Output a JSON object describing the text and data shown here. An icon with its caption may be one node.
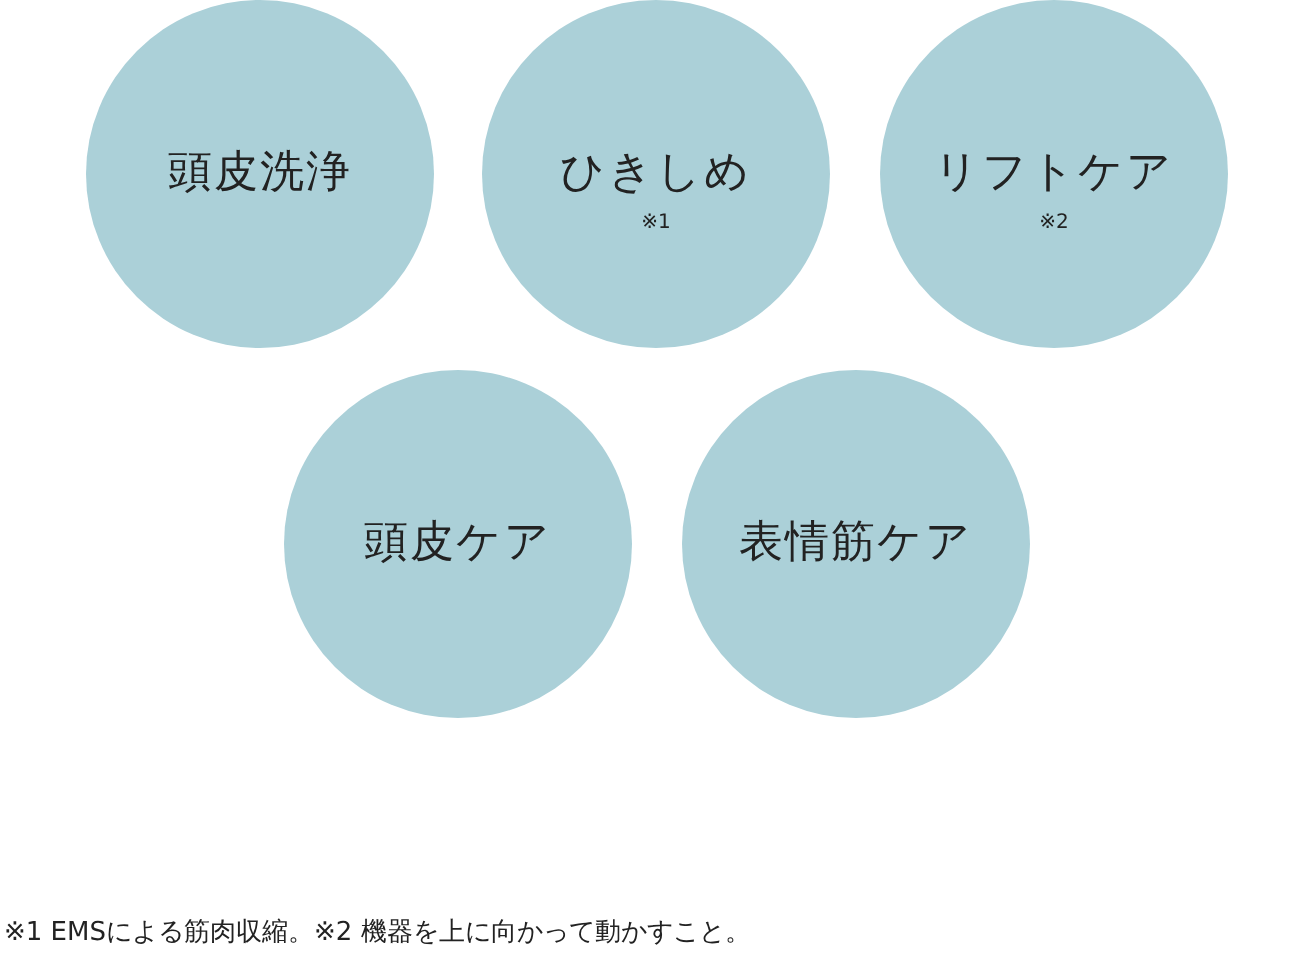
{
  "diagram": {
    "nodes": [
      {
        "text": [
          "頭皮洗浄"
        ]
      },
      {
        "text": [
          "ひきしめ",
          "※1"
        ]
      },
      {
        "text": [
          "リフトケア",
          "※2"
        ]
      },
      {
        "text": [
          "頭皮ケア"
        ]
      },
      {
        "text": [
          "表情筋ケア"
        ]
      }
    ],
    "labels": [
      "※1 EMSによる筋肉収縮。※2 機器を上に向かって動かすこと。"
    ]
  }
}
